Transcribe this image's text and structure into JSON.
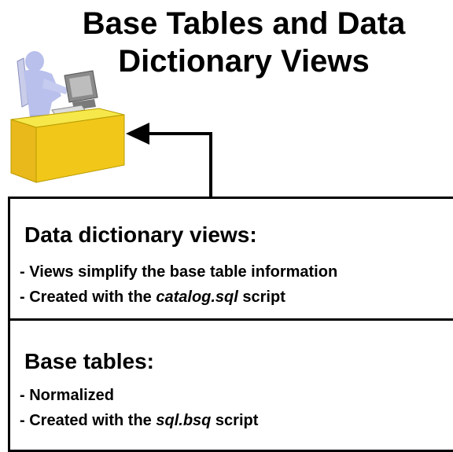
{
  "title": {
    "line1": "Base Tables and Data",
    "line2": "Dictionary Views"
  },
  "clipart": {
    "icon": "person-at-computer-desk-icon"
  },
  "views_box": {
    "heading": "Data dictionary views:",
    "bullet1": "- Views simplify the base table information",
    "bullet2_prefix": "- Created with the ",
    "bullet2_file": "catalog.sql",
    "bullet2_suffix": " script"
  },
  "base_box": {
    "heading": "Base tables:",
    "bullet1": "- Normalized",
    "bullet2_prefix": "- Created with the ",
    "bullet2_file": "sql.bsq",
    "bullet2_suffix": " script"
  },
  "colors": {
    "desk_top": "#f6e84a",
    "desk_front": "#f1c71a",
    "person": "#b9c0ec",
    "monitor": "#8a8a8a"
  }
}
